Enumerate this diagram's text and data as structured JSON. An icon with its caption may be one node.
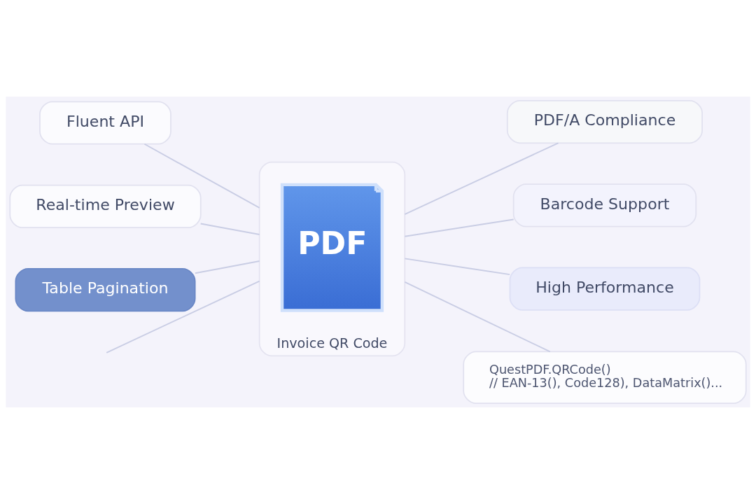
{
  "diagram": {
    "nodes": [
      {
        "text": [
          "Invoice QR Code"
        ]
      },
      {
        "text": [
          "PDF"
        ],
        "in": 0
      },
      {
        "text": [
          "Fluent API"
        ]
      },
      {
        "text": [
          "PDF/A Compliance"
        ]
      },
      {
        "text": [
          "Real-time Preview"
        ]
      },
      {
        "text": [
          "Barcode Support"
        ]
      },
      {
        "text": [
          "Table Pagination"
        ]
      },
      {
        "text": [
          "High Performance"
        ]
      },
      {
        "text": [
          "QuestPDF.QRCode()",
          "// EAN-13(), Code128), DataMatrix()..."
        ]
      }
    ],
    "edges": [
      {
        "from": 2,
        "to": 0,
        "arrow": "none"
      },
      {
        "from": 0,
        "to": 3,
        "arrow": "none"
      },
      {
        "from": 4,
        "to": 0,
        "arrow": "none"
      },
      {
        "from": 0,
        "to": 5,
        "arrow": "none"
      },
      {
        "from": 6,
        "to": 0,
        "arrow": "none"
      },
      {
        "from": 0,
        "to": 7,
        "arrow": "none"
      },
      {
        "from": null,
        "to": 0,
        "arrow": "none"
      },
      {
        "from": 0,
        "to": 8,
        "arrow": "none"
      }
    ]
  }
}
